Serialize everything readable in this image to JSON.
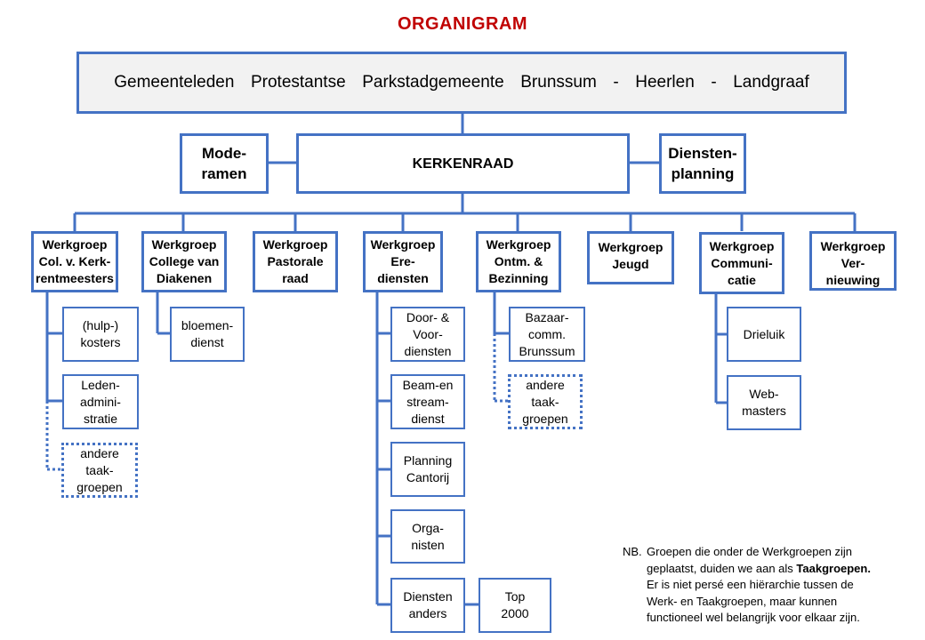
{
  "title": "ORGANIGRAM",
  "top": "Gemeenteleden  Protestantse  Parkstadgemeente  Brunssum  -  Heerlen  -  Landgraaf",
  "side_left": "Mode-\nramen",
  "center": "KERKENRAAD",
  "side_right": "Diensten-\nplanning",
  "werkgroepen": [
    {
      "label": "Werkgroep\nCol. v. Kerk-\nrentmeesters",
      "taakgroepen": [
        "(hulp-)\nkosters",
        "Leden-\nadmini-\nstratie"
      ],
      "dotted": "andere\ntaak-\ngroepen"
    },
    {
      "label": "Werkgroep\nCollege van\nDiakenen",
      "taakgroepen": [
        "bloemen-\ndienst"
      ]
    },
    {
      "label": "Werkgroep\nPastorale\nraad",
      "taakgroepen": []
    },
    {
      "label": "Werkgroep\nEre-\ndiensten",
      "taakgroepen": [
        "Door-  &\nVoor-\ndiensten",
        "Beam-en\nstream-\ndienst",
        "Planning\nCantorij",
        "Orga-\nnisten",
        "Diensten\nanders"
      ],
      "extra": "Top\n2000"
    },
    {
      "label": "Werkgroep\nOntm. &\nBezinning",
      "taakgroepen": [
        "Bazaar-\ncomm.\nBrunssum"
      ],
      "dotted": "andere\ntaak-\ngroepen"
    },
    {
      "label": "Werkgroep\nJeugd",
      "taakgroepen": []
    },
    {
      "label": "Werkgroep\nCommuni-\ncatie",
      "taakgroepen": [
        "Drieluik",
        "Web-\nmasters"
      ]
    },
    {
      "label": "Werkgroep\nVer-\nnieuwing",
      "taakgroepen": []
    }
  ],
  "note": {
    "prefix": "NB.",
    "line1": "Groepen die onder de Werkgroepen  zijn",
    "line2_pre": "geplaatst, duiden we aan als ",
    "line2_bold": "Taakgroepen.",
    "line3": "Er is niet persé een hiërarchie tussen de",
    "line4": "Werk-   en Taakgroepen, maar kunnen",
    "line5": "functioneel wel belangrijk voor elkaar zijn."
  },
  "colors": {
    "line": "#4472c4",
    "title": "#c00000",
    "top_fill": "#f2f2f2"
  }
}
